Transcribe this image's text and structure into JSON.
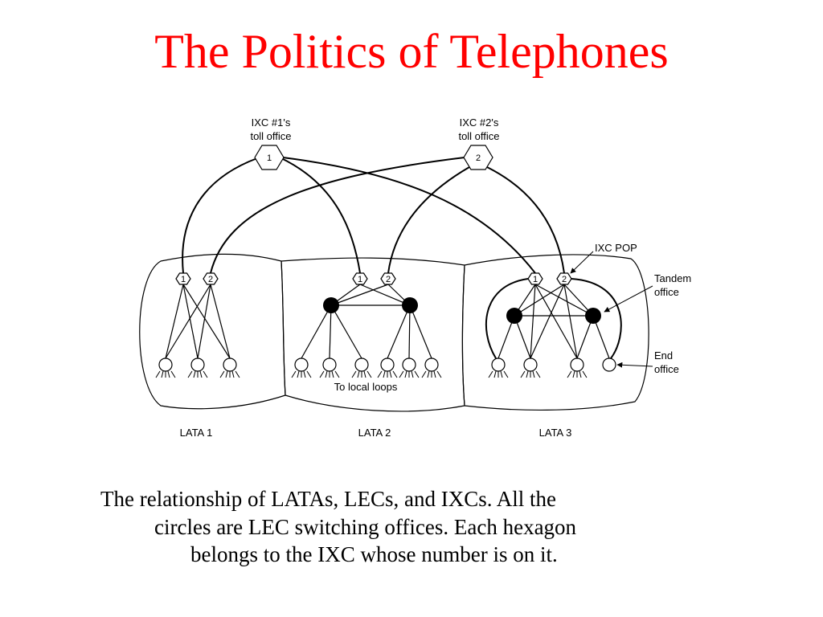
{
  "title": "The Politics of Telephones",
  "diagram": {
    "ixc1_label": [
      "IXC #1's",
      "toll office"
    ],
    "ixc2_label": [
      "IXC #2's",
      "toll office"
    ],
    "ixc_numbers": [
      "1",
      "2"
    ],
    "callouts": {
      "ixc_pop": "IXC POP",
      "tandem_office": [
        "Tandem",
        "office"
      ],
      "end_office": [
        "End",
        "office"
      ]
    },
    "local_loops": "To local loops",
    "latas": [
      "LATA 1",
      "LATA 2",
      "LATA 3"
    ]
  },
  "caption": [
    "The relationship of LATAs, LECs, and IXCs.  All the",
    "circles are LEC switching offices.  Each hexagon",
    "belongs to the IXC whose number is on it."
  ]
}
